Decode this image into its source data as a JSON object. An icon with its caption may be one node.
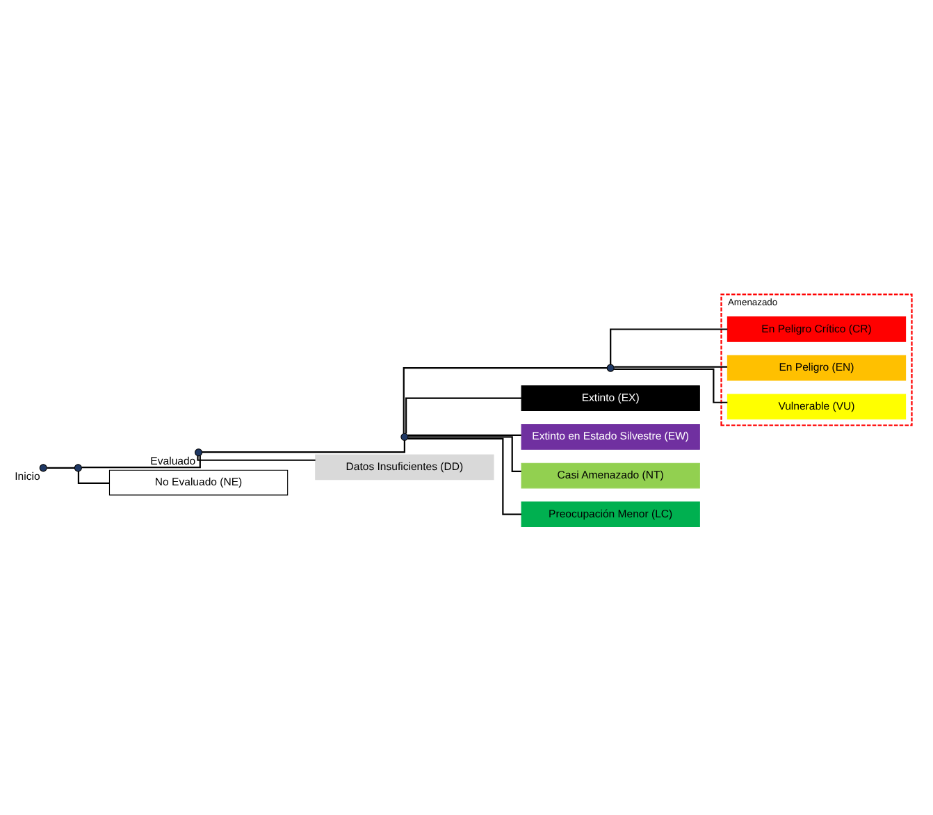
{
  "diagram": {
    "nodes": [
      {
        "text": [],
        "shape": "circle",
        "beside": [
          "Inicio"
        ]
      },
      {
        "text": [],
        "shape": "circle"
      },
      {
        "text": [],
        "shape": "circle",
        "beside": [
          "Evaluado"
        ]
      },
      {
        "text": [],
        "shape": "circle"
      },
      {
        "text": [],
        "shape": "circle"
      },
      {
        "text": [
          "Extinto (EX)"
        ]
      },
      {
        "text": [
          "Extinto en Estado Silvestre (EW)"
        ]
      },
      {
        "text": [
          "Amenazado"
        ]
      },
      {
        "text": [
          "En Peligro Crítico (CR)"
        ],
        "in": 7
      },
      {
        "text": [
          "En Peligro (EN)"
        ],
        "in": 7
      },
      {
        "text": [
          "Vulnerable (VU)"
        ],
        "in": 7
      },
      {
        "text": [
          "Casi Amenazado (NT)"
        ]
      },
      {
        "text": [
          "Preocupación Menor (LC)"
        ]
      },
      {
        "text": [
          "Datos Insuficientes (DD)"
        ]
      },
      {
        "text": [
          "No Evaluado (NE)"
        ]
      }
    ],
    "edges": [
      {
        "from": 0,
        "to": 1,
        "arrow": "none"
      },
      {
        "from": 1,
        "to": 2,
        "arrow": "none"
      },
      {
        "from": 2,
        "to": 3,
        "arrow": "none"
      },
      {
        "from": 3,
        "to": 5,
        "arrow": "none"
      },
      {
        "from": 3,
        "to": 6,
        "arrow": "none"
      },
      {
        "from": 3,
        "to": 4,
        "arrow": "none"
      },
      {
        "from": 4,
        "to": 8,
        "arrow": "none"
      },
      {
        "from": 4,
        "to": 9,
        "arrow": "none"
      },
      {
        "from": 4,
        "to": 10,
        "arrow": "none"
      },
      {
        "from": 3,
        "to": 11,
        "arrow": "none"
      },
      {
        "from": 3,
        "to": 12,
        "arrow": "none"
      },
      {
        "from": 2,
        "to": 13,
        "arrow": "none"
      },
      {
        "from": 1,
        "to": 14,
        "arrow": "none"
      }
    ]
  }
}
